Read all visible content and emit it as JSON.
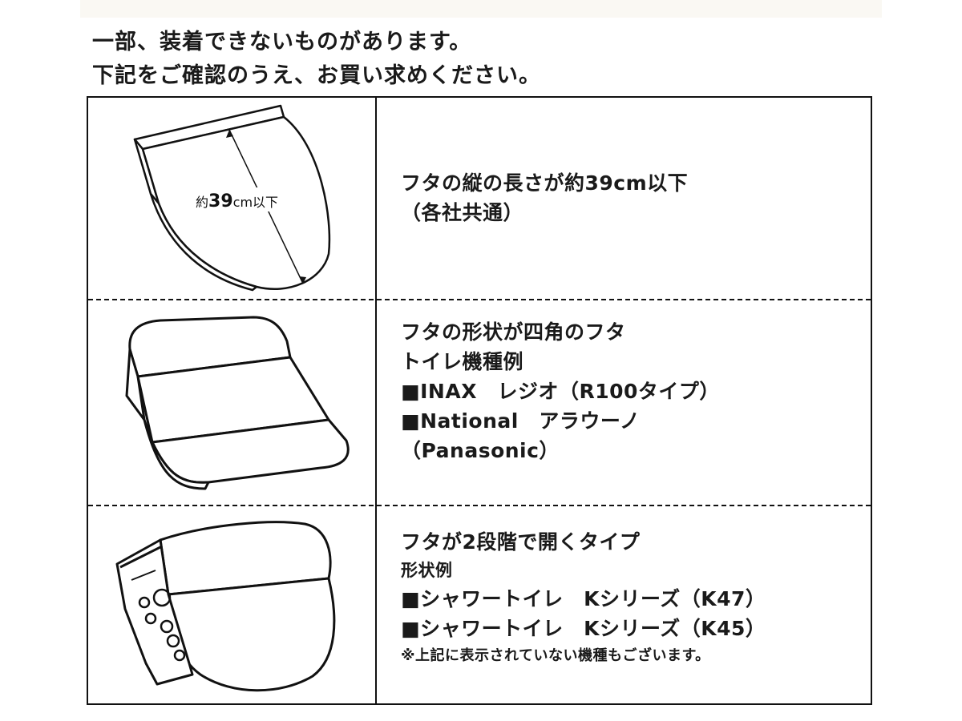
{
  "header": {
    "line1": "一部、装着できないものがあります。",
    "line2": "下記をご確認のうえ、お買い求めください。"
  },
  "rows": [
    {
      "illustration": "toilet-lid-length-icon",
      "illustration_label_prefix": "約",
      "illustration_label_number": "39",
      "illustration_label_suffix": "cm以下",
      "lines": [
        "フタの縦の長さが約39cm以下",
        "（各社共通）"
      ]
    },
    {
      "illustration": "square-lid-toilet-seat-icon",
      "lines": [
        "フタの形状が四角のフタ",
        "トイレ機種例",
        "■INAX　レジオ（R100タイプ）",
        "■National　アラウーノ",
        "（Panasonic）"
      ]
    },
    {
      "illustration": "two-stage-lid-toilet-seat-icon",
      "lines": [
        "フタが2段階で開くタイプ",
        "形状例",
        "■シャワートイレ　Kシリーズ（K47）",
        "■シャワートイレ　Kシリーズ（K45）",
        "※上記に表示されていない機種もございます。"
      ]
    }
  ]
}
